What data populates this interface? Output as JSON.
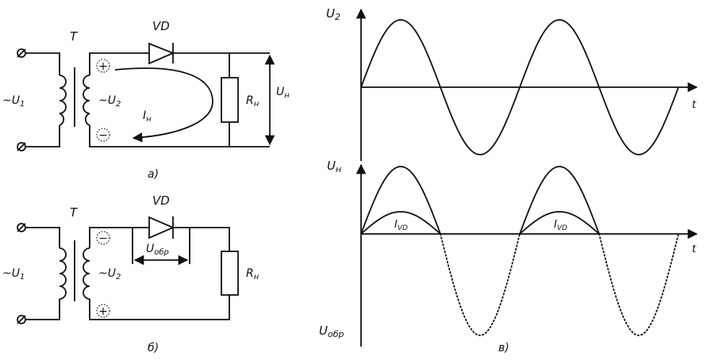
{
  "circuit_a": {
    "transformer_label": "T",
    "diode_label": "VD",
    "primary_voltage": "~U",
    "primary_sub": "1",
    "secondary_voltage": "~U",
    "secondary_sub": "2",
    "current_label": "I",
    "current_sub": "н",
    "load_label": "R",
    "load_sub": "н",
    "load_voltage": "U",
    "load_voltage_sub": "н",
    "plus_sign": "+",
    "minus_sign": "−",
    "caption": "а)"
  },
  "circuit_b": {
    "transformer_label": "T",
    "diode_label": "VD",
    "primary_voltage": "~U",
    "primary_sub": "1",
    "secondary_voltage": "~U",
    "secondary_sub": "2",
    "reverse_voltage": "U",
    "reverse_sub": "обр",
    "load_label": "R",
    "load_sub": "н",
    "plus_sign": "+",
    "minus_sign": "−",
    "caption": "б)"
  },
  "graphs": {
    "top_axis_label": "U",
    "top_axis_sub": "2",
    "top_time_label": "t",
    "bottom_axis_label": "U",
    "bottom_axis_sub": "н",
    "bottom_time_label": "t",
    "current_label_1": "I",
    "current_sub_1": "VD",
    "current_label_2": "I",
    "current_sub_2": "VD",
    "reverse_axis_label": "U",
    "reverse_axis_sub": "обр",
    "caption": "в)"
  }
}
